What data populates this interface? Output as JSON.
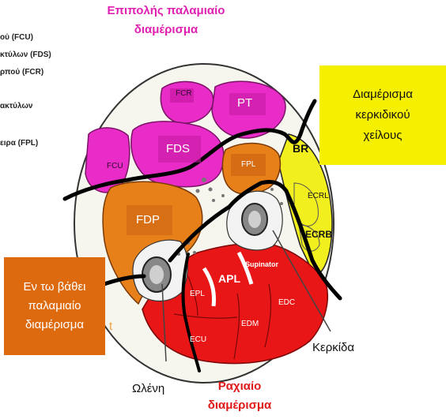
{
  "left_list": [
    "ού (FCU)",
    "κτύλων (FDS)",
    "ρπού (FCR)",
    "ακτύλων",
    "ειρα (FPL)"
  ],
  "top_title": {
    "line1": "Επιπολής παλαμιαίο",
    "line2": "διαμέρισμα",
    "color": "#e020b0"
  },
  "yellow_box": {
    "line1": "Διαμέρισμα",
    "line2": "κερκιδικού",
    "line3": "χείλους",
    "color": "#f5f000"
  },
  "orange_box": {
    "line1": "Εν τω βάθει",
    "line2": "παλαμιαίο",
    "line3": "διαμέρισμα",
    "color": "#dd6a0e"
  },
  "bottom_title": {
    "line1": "Ραχιαίο",
    "line2": "διαμέρισμα",
    "color": "#e01818"
  },
  "radius_label": "Κερκίδα",
  "ulna_label": "Ωλένη",
  "stray_char": "t",
  "muscles": {
    "fcr": "FCR",
    "pt": "PT",
    "fds": "FDS",
    "fcu": "FCU",
    "fpl": "FPL",
    "br": "BR",
    "ecrl": "ECRL",
    "ecrb": "ECRB",
    "fdp": "FDP",
    "supinator": "Supinator",
    "apl": "APL",
    "epl": "EPL",
    "edc": "EDC",
    "edm": "EDM",
    "ecu": "ECU"
  },
  "colors": {
    "superficial": "#e92bc8",
    "deep": "#e8801a",
    "lateral": "#f2ef1e",
    "posterior": "#e81616",
    "bone_fill": "#f3f3f3"
  }
}
